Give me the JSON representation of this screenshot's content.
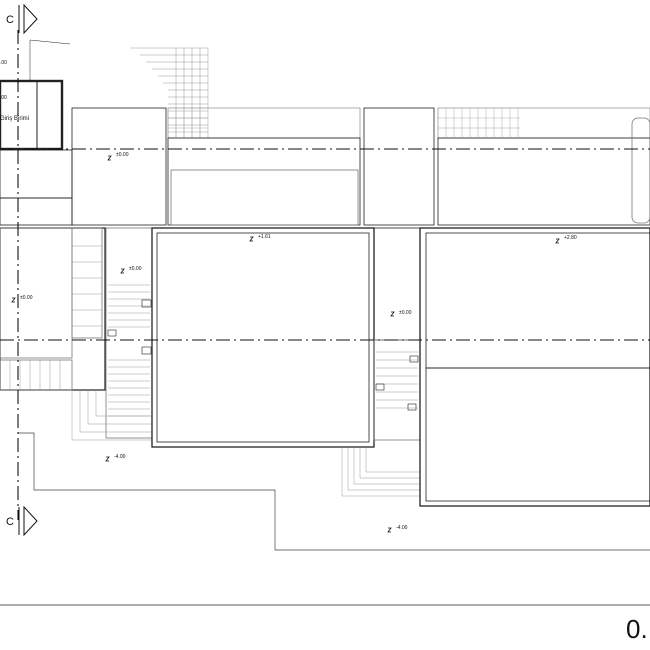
{
  "drawing": {
    "room_label": "Giriş Birimi",
    "section_marker": "C",
    "sheet_number": "0.",
    "levels": {
      "entry_a": ".00",
      "entry_b": ".00",
      "upper_left": "±0.00",
      "terrace_left": "±0.00",
      "main_hall": "+1.61",
      "right_hall": "+2.80",
      "ramp_left": "±0.00",
      "ramp_mid": "±0.00",
      "yard_left": "-4.00",
      "yard_bottom": "-4.00"
    }
  }
}
